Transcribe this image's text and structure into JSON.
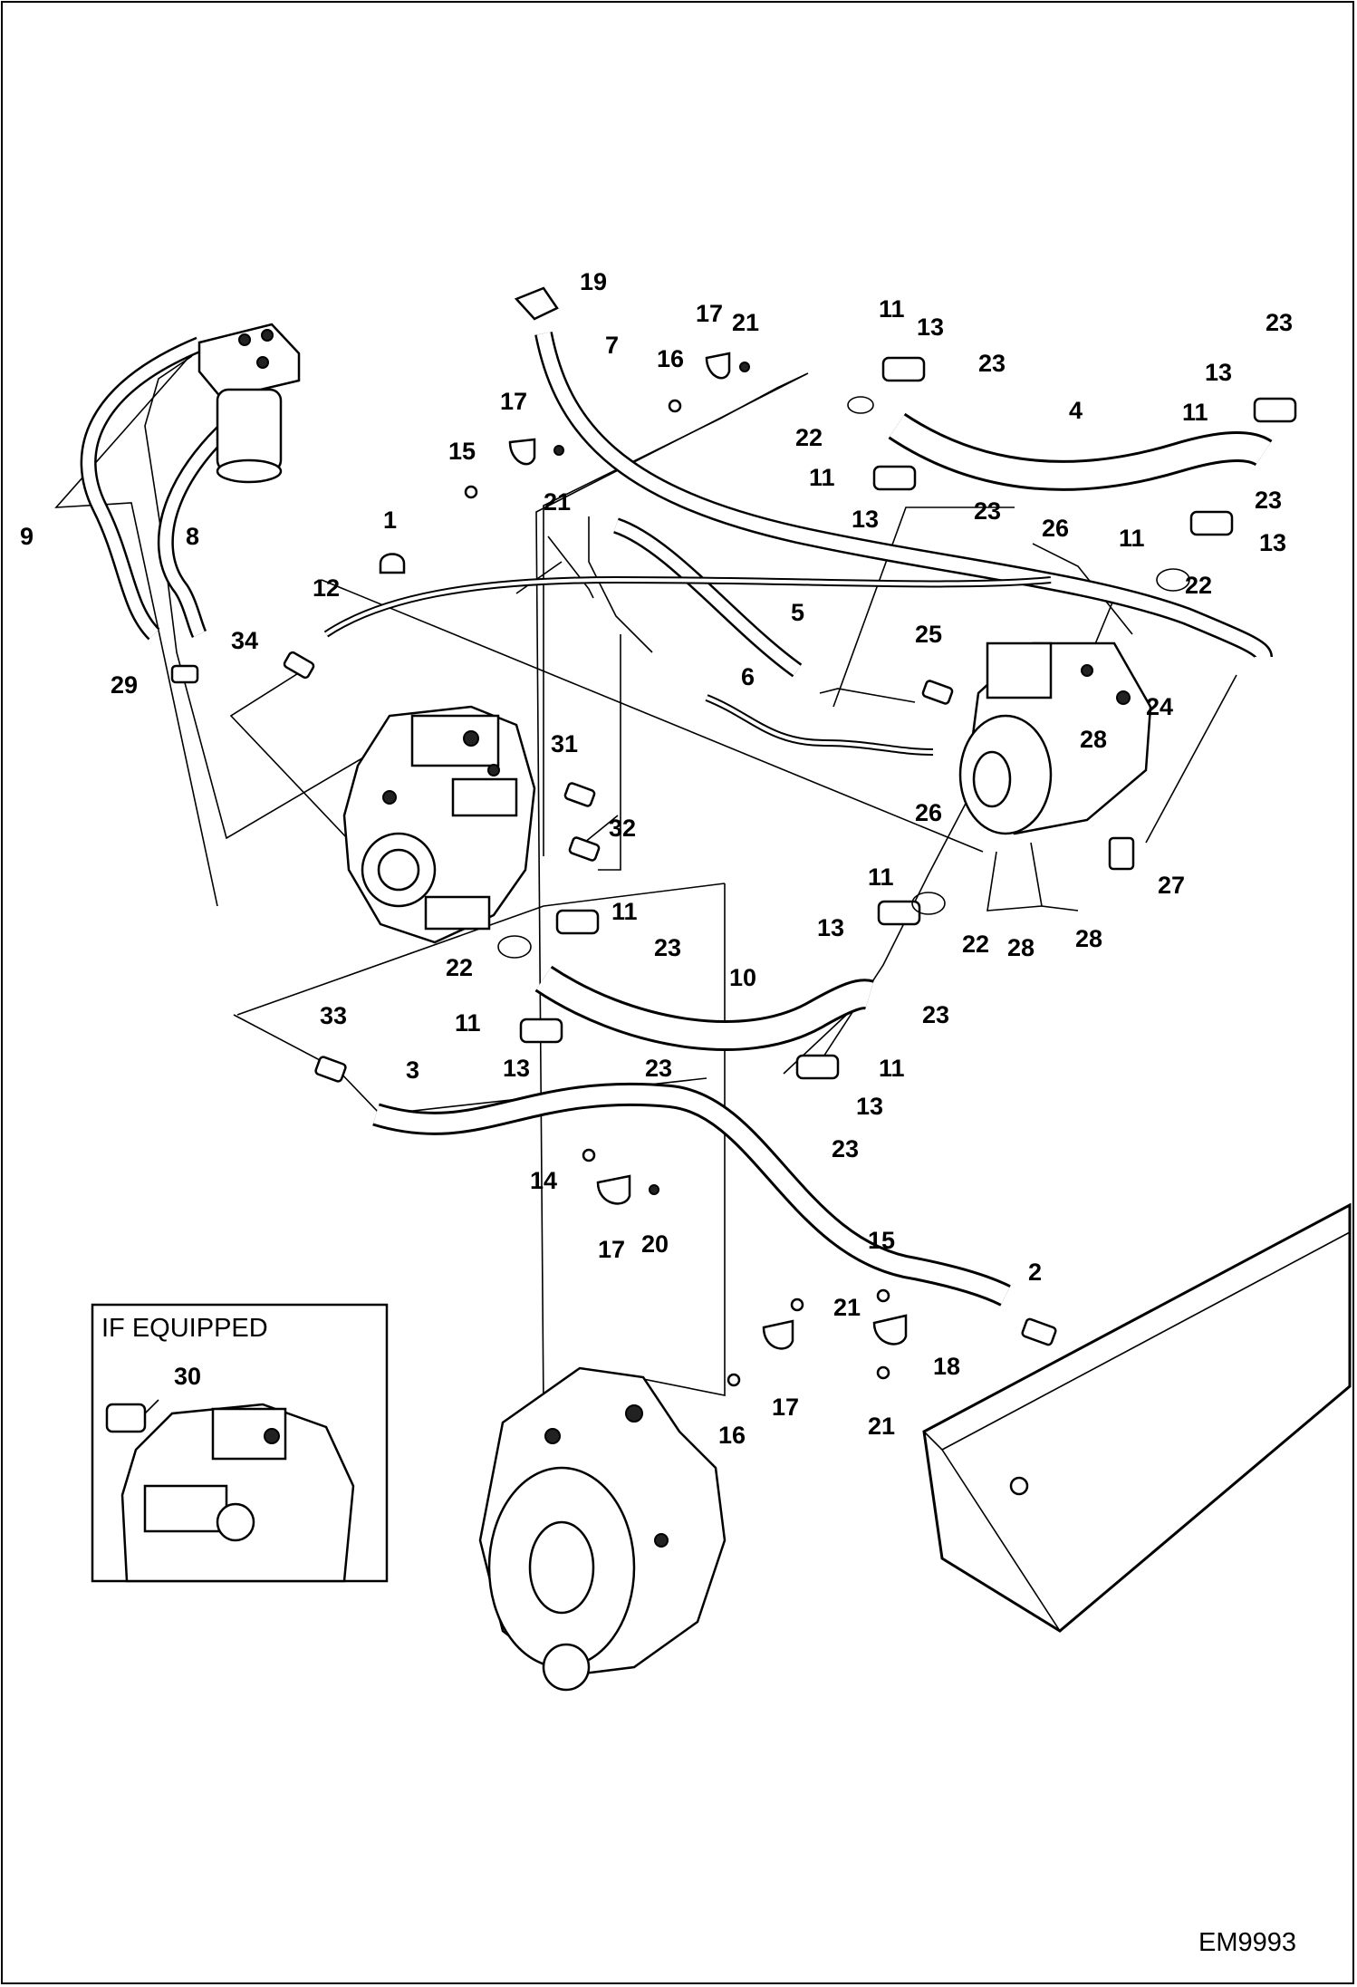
{
  "inset": {
    "title": "IF EQUIPPED",
    "callout": "30"
  },
  "drawing_code": "EM9993",
  "callouts": [
    {
      "id": "c19",
      "text": "19"
    },
    {
      "id": "c7",
      "text": "7"
    },
    {
      "id": "c17a",
      "text": "17"
    },
    {
      "id": "c21a",
      "text": "21"
    },
    {
      "id": "c16a",
      "text": "16"
    },
    {
      "id": "c11a",
      "text": "11"
    },
    {
      "id": "c13a",
      "text": "13"
    },
    {
      "id": "c23a",
      "text": "23"
    },
    {
      "id": "c23b",
      "text": "23"
    },
    {
      "id": "c13b",
      "text": "13"
    },
    {
      "id": "c11b",
      "text": "11"
    },
    {
      "id": "c4",
      "text": "4"
    },
    {
      "id": "c22a",
      "text": "22"
    },
    {
      "id": "c17b",
      "text": "17"
    },
    {
      "id": "c15a",
      "text": "15"
    },
    {
      "id": "c21b",
      "text": "21"
    },
    {
      "id": "c11c",
      "text": "11"
    },
    {
      "id": "c13c",
      "text": "13"
    },
    {
      "id": "c23c",
      "text": "23"
    },
    {
      "id": "c23d",
      "text": "23"
    },
    {
      "id": "c11d",
      "text": "11"
    },
    {
      "id": "c13d",
      "text": "13"
    },
    {
      "id": "c9",
      "text": "9"
    },
    {
      "id": "c8",
      "text": "8"
    },
    {
      "id": "c1",
      "text": "1"
    },
    {
      "id": "c26a",
      "text": "26"
    },
    {
      "id": "c22b",
      "text": "22"
    },
    {
      "id": "c12",
      "text": "12"
    },
    {
      "id": "c5",
      "text": "5"
    },
    {
      "id": "c25",
      "text": "25"
    },
    {
      "id": "c34",
      "text": "34"
    },
    {
      "id": "c29",
      "text": "29"
    },
    {
      "id": "c6",
      "text": "6"
    },
    {
      "id": "c24",
      "text": "24"
    },
    {
      "id": "c28a",
      "text": "28"
    },
    {
      "id": "c31",
      "text": "31"
    },
    {
      "id": "c26b",
      "text": "26"
    },
    {
      "id": "c32",
      "text": "32"
    },
    {
      "id": "c27",
      "text": "27"
    },
    {
      "id": "c11e",
      "text": "11"
    },
    {
      "id": "c11f",
      "text": "11"
    },
    {
      "id": "c23e",
      "text": "23"
    },
    {
      "id": "c13e",
      "text": "13"
    },
    {
      "id": "c22c",
      "text": "22"
    },
    {
      "id": "c28b",
      "text": "28"
    },
    {
      "id": "c28c",
      "text": "28"
    },
    {
      "id": "c22d",
      "text": "22"
    },
    {
      "id": "c10",
      "text": "10"
    },
    {
      "id": "c23f",
      "text": "23"
    },
    {
      "id": "c33",
      "text": "33"
    },
    {
      "id": "c11g",
      "text": "11"
    },
    {
      "id": "c11h",
      "text": "11"
    },
    {
      "id": "c13f",
      "text": "13"
    },
    {
      "id": "c23g",
      "text": "23"
    },
    {
      "id": "c3",
      "text": "3"
    },
    {
      "id": "c13g",
      "text": "13"
    },
    {
      "id": "c23h",
      "text": "23"
    },
    {
      "id": "c14",
      "text": "14"
    },
    {
      "id": "c17c",
      "text": "17"
    },
    {
      "id": "c20",
      "text": "20"
    },
    {
      "id": "c15b",
      "text": "15"
    },
    {
      "id": "c2",
      "text": "2"
    },
    {
      "id": "c21c",
      "text": "21"
    },
    {
      "id": "c18",
      "text": "18"
    },
    {
      "id": "c17d",
      "text": "17"
    },
    {
      "id": "c16b",
      "text": "16"
    },
    {
      "id": "c21d",
      "text": "21"
    }
  ]
}
